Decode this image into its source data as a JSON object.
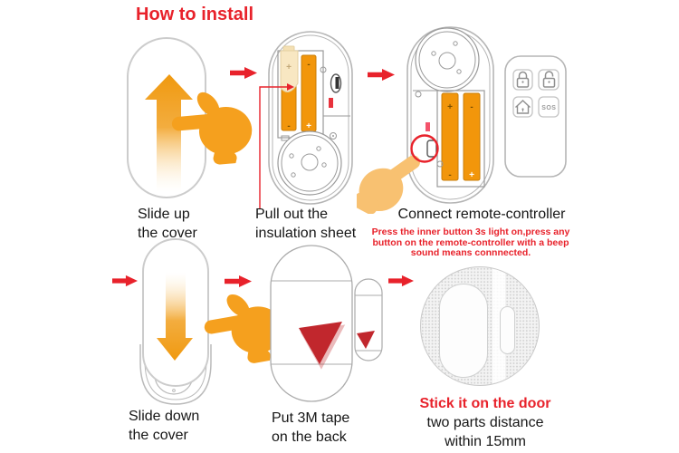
{
  "title": "How to install",
  "colors": {
    "accent_red": "#e8222b",
    "hand_orange": "#f5a01e",
    "hand_light_orange": "#f8c171",
    "battery_orange": "#f2960b",
    "tape_red": "#c1272d",
    "outline_gray": "#b5b5b5"
  },
  "steps": {
    "step1": {
      "caption": [
        "Slide up",
        "the cover"
      ]
    },
    "step2": {
      "caption": [
        "Pull out the",
        "insulation sheet"
      ]
    },
    "step3": {
      "caption": "Connect remote-controller",
      "note": [
        "Press the inner button 3s light on,press any",
        "button on the remote-controller with a beep",
        "sound means connnected."
      ]
    },
    "step4": {
      "caption": [
        "Slide down",
        "the cover"
      ]
    },
    "step5": {
      "caption": [
        "Put 3M tape",
        "on the back"
      ]
    },
    "step6": {
      "highlight": "Stick it on the door",
      "caption": [
        "two parts distance",
        "within 15mm"
      ]
    }
  },
  "remote": {
    "sos_label": "SOS"
  },
  "battery_marks": {
    "plus": "+",
    "minus": "-"
  }
}
